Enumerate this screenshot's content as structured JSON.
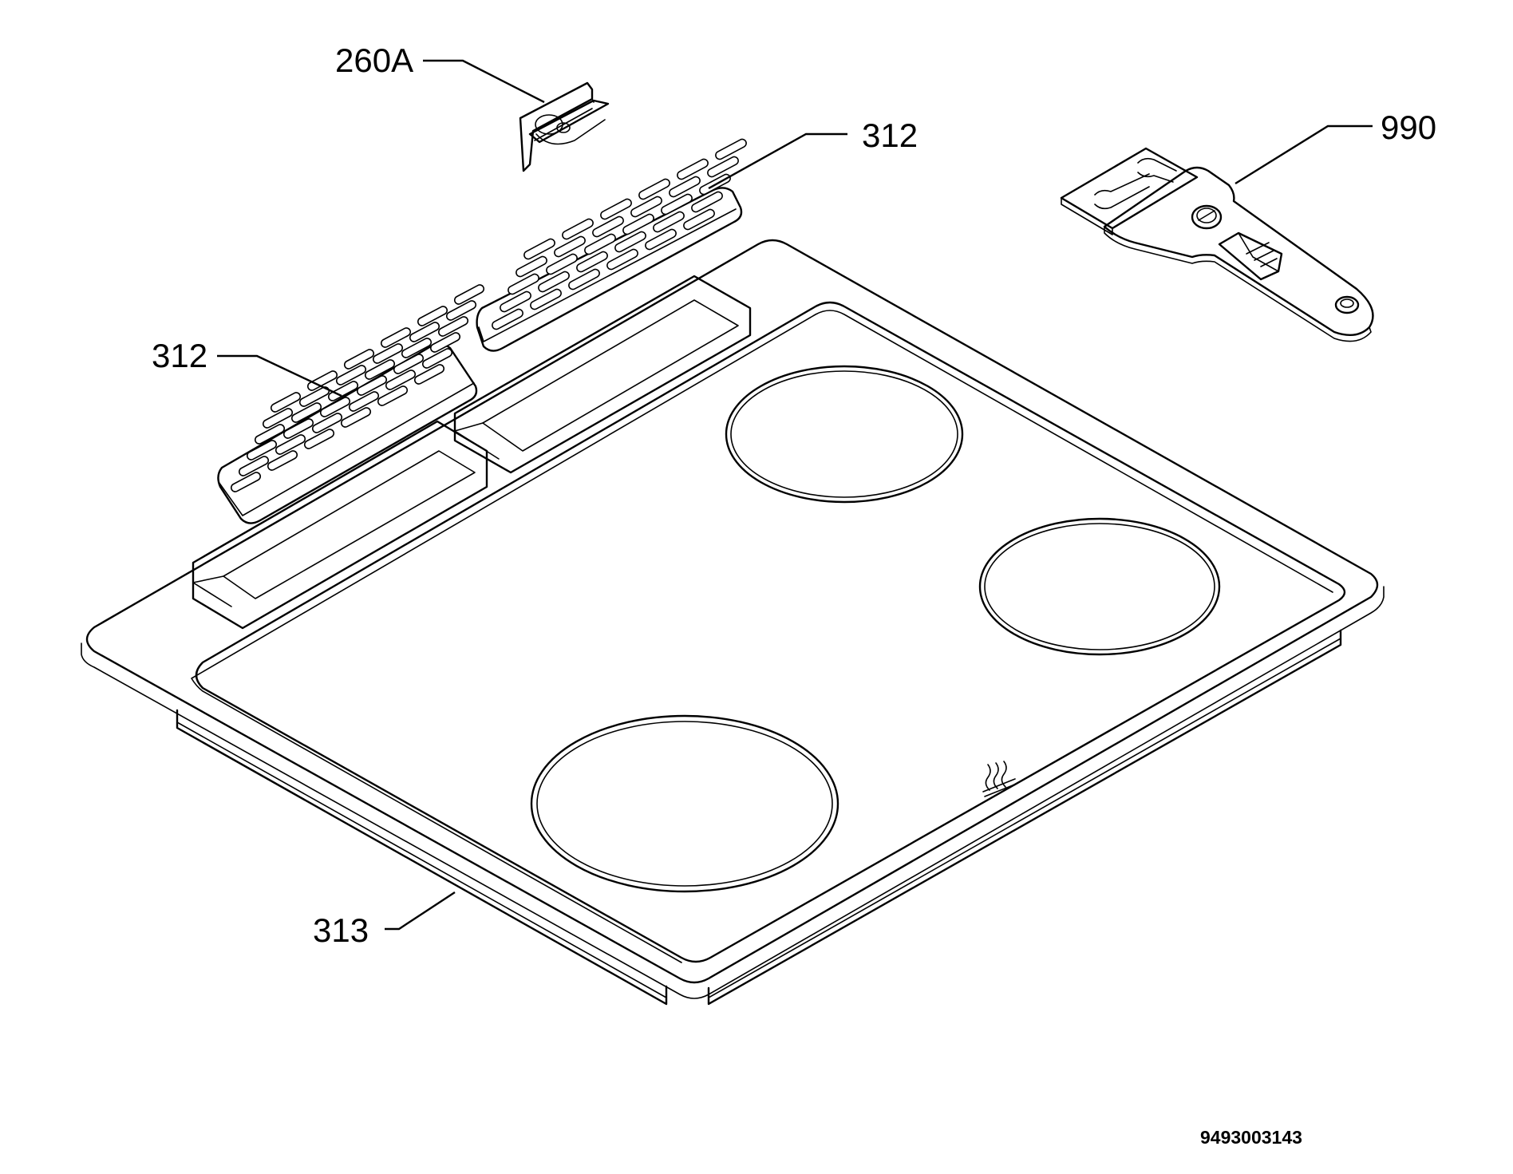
{
  "labels": {
    "clip": "260A",
    "grille_back": "312",
    "grille_front": "312",
    "tool": "990",
    "hob_frame": "313"
  },
  "document_number": "9493003143",
  "icons": {
    "clip": "mounting-clip-icon",
    "grille": "vent-grille-icon",
    "tool": "removal-tool-icon",
    "hob": "ceramic-hob-icon",
    "heat_symbol": "heat-warning-icon"
  },
  "colors": {
    "line": "#000000",
    "background": "#ffffff"
  }
}
